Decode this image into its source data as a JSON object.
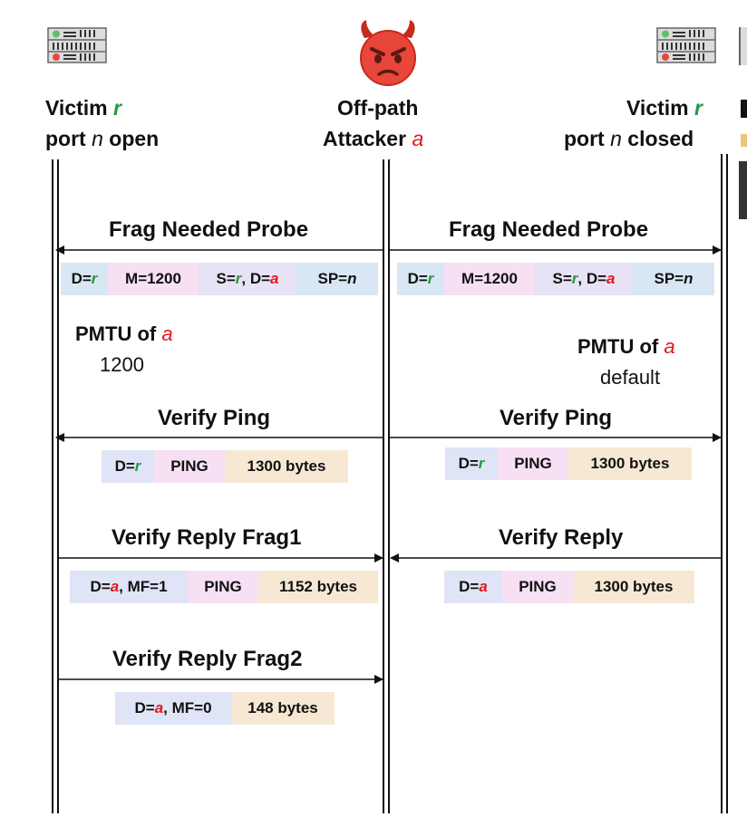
{
  "left_host": {
    "icon": "server-icon",
    "line1_prefix": "Victim ",
    "line1_var": "r",
    "line2_prefix": "port ",
    "line2_var": "n",
    "line2_suffix": " open"
  },
  "attacker": {
    "icon": "devil-face-icon",
    "line1": "Off-path",
    "line2_prefix": "Attacker ",
    "line2_var": "a"
  },
  "right_host": {
    "icon": "server-icon",
    "line1_prefix": "Victim ",
    "line1_var": "r",
    "line2_prefix": "port ",
    "line2_var": "n",
    "line2_suffix": " closed"
  },
  "left": {
    "probe_title": "Frag Needed Probe",
    "probe_packet": {
      "d_prefix": "D=",
      "d_var": "r",
      "m": "M=1200",
      "s_prefix": "S=",
      "s_var": "r",
      "s_mid": ", D=",
      "s_var2": "a",
      "sp_prefix": "SP=",
      "sp_var": "n"
    },
    "pmtu_prefix": "PMTU of ",
    "pmtu_var": "a",
    "pmtu_value": "1200",
    "ping_title": "Verify Ping",
    "ping_packet": {
      "d_prefix": "D=",
      "d_var": "r",
      "type": "PING",
      "size": "1300 bytes"
    },
    "reply1_title": "Verify Reply Frag1",
    "reply1_packet": {
      "d_prefix": "D=",
      "d_var": "a",
      "d_suffix": ", MF=1",
      "type": "PING",
      "size": "1152 bytes"
    },
    "reply2_title": "Verify Reply Frag2",
    "reply2_packet": {
      "d_prefix": "D=",
      "d_var": "a",
      "d_suffix": ", MF=0",
      "size": "148 bytes"
    }
  },
  "right": {
    "probe_title": "Frag Needed Probe",
    "probe_packet": {
      "d_prefix": "D=",
      "d_var": "r",
      "m": "M=1200",
      "s_prefix": "S=",
      "s_var": "r",
      "s_mid": ", D=",
      "s_var2": "a",
      "sp_prefix": "SP=",
      "sp_var": "n"
    },
    "pmtu_prefix": "PMTU of ",
    "pmtu_var": "a",
    "pmtu_value": "default",
    "ping_title": "Verify Ping",
    "ping_packet": {
      "d_prefix": "D=",
      "d_var": "r",
      "type": "PING",
      "size": "1300 bytes"
    },
    "reply_title": "Verify Reply",
    "reply_packet": {
      "d_prefix": "D=",
      "d_var": "a",
      "type": "PING",
      "size": "1300 bytes"
    }
  },
  "colors": {
    "victim_var": "#1f9a44",
    "attacker_var": "#e3171c"
  }
}
